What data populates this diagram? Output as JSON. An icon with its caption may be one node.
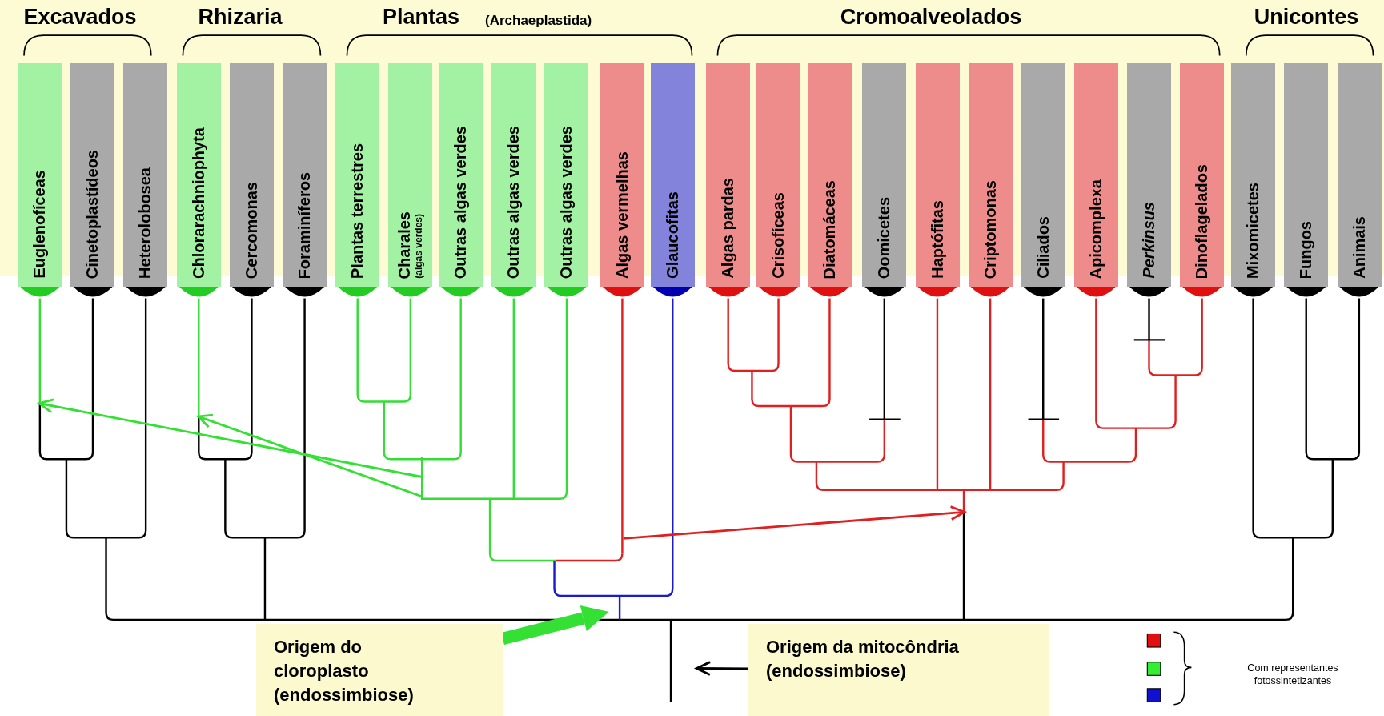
{
  "diagram": {
    "nodes": [
      {
        "text": [
          "Euglenofíceas"
        ]
      },
      {
        "text": [
          "Cinetoplastídeos"
        ]
      },
      {
        "text": [
          "Heterolobosea"
        ]
      },
      {
        "text": [
          "Chlorarachniophyta"
        ]
      },
      {
        "text": [
          "Cercomonas"
        ]
      },
      {
        "text": [
          "Foraminíferos"
        ]
      },
      {
        "text": [
          "Plantas terrestres"
        ]
      },
      {
        "text": [
          "Charales",
          "(algas verdes)"
        ]
      },
      {
        "text": [
          "Outras algas verdes"
        ]
      },
      {
        "text": [
          "Outras algas verdes"
        ]
      },
      {
        "text": [
          "Outras algas verdes"
        ]
      },
      {
        "text": [
          "Algas vermelhas"
        ]
      },
      {
        "text": [
          "Glaucofitas"
        ]
      },
      {
        "text": [
          "Algas pardas"
        ]
      },
      {
        "text": [
          "Crisofíceas"
        ]
      },
      {
        "text": [
          "Diatomáceas"
        ]
      },
      {
        "text": [
          "Oomicetes"
        ]
      },
      {
        "text": [
          "Haptófitas"
        ]
      },
      {
        "text": [
          "Criptomonas"
        ]
      },
      {
        "text": [
          "Ciliados"
        ]
      },
      {
        "text": [
          "Apicomplexa"
        ]
      },
      {
        "text": [
          "Perkinsus"
        ]
      },
      {
        "text": [
          "Dinoflagelados"
        ]
      },
      {
        "text": [
          "Mixomicetes"
        ]
      },
      {
        "text": [
          "Fungos"
        ]
      },
      {
        "text": [
          "Animais"
        ]
      },
      {
        "text": [
          "Origem do cloroplasto (endossimbiose)"
        ]
      },
      {
        "text": [
          "Origem da mitocôndria (endossimbiose)"
        ]
      },
      {
        "text": [],
        "shape": "bar"
      },
      {
        "text": [],
        "shape": "bar"
      },
      {
        "text": [],
        "shape": "bar"
      },
      {
        "text": [],
        "shape": "bar"
      },
      {
        "text": [],
        "shape": "bar"
      }
    ],
    "edges": [
      {
        "from": 30,
        "to": 28,
        "arrow": "to"
      },
      {
        "from": 30,
        "to": 29,
        "arrow": "to"
      },
      {
        "from": 31,
        "to": 32,
        "arrow": "to",
        "color": "#e02020"
      },
      {
        "from": 26,
        "to": null,
        "arrow": "to",
        "style": "thick"
      },
      {
        "from": 27,
        "to": null,
        "arrow": "to",
        "color": "#000000"
      }
    ],
    "labels": [
      "Excavados",
      "Rhizaria",
      "Plantas",
      "(Archaeplastida)",
      "Cromoalveolados",
      "Unicontes",
      "Com representantes fotossintetizantes"
    ]
  }
}
